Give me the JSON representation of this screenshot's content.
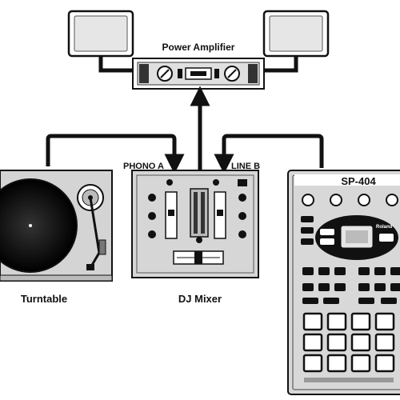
{
  "labels": {
    "power_amplifier": "Power Amplifier",
    "phono_a": "PHONO A",
    "line_b": "LINE B",
    "turntable": "Turntable",
    "dj_mixer": "DJ Mixer",
    "sampler_model": "SP-404",
    "sampler_brand": "Roland"
  },
  "colors": {
    "line": "#111111",
    "device_fill": "#d9d9d9",
    "device_dark": "#1a1a1a",
    "background": "#ffffff"
  },
  "icons": {
    "speakers": "speaker-icon",
    "amplifier": "amplifier-icon",
    "turntable": "turntable-icon",
    "mixer": "mixer-icon",
    "sampler": "sampler-icon"
  }
}
